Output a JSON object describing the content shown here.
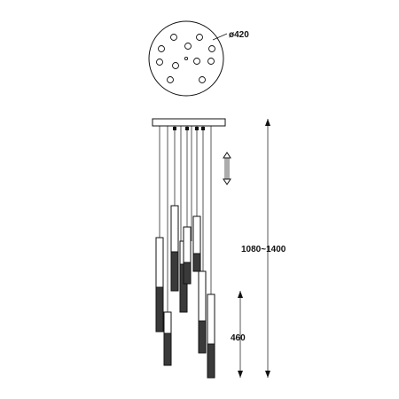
{
  "dimensions": {
    "canopy_diameter": "ø420",
    "total_height": "1080~1400",
    "min_drop": "460"
  },
  "colors": {
    "line": "#111111",
    "glass": "#3a3a3a",
    "background": "#ffffff"
  },
  "icons": {
    "adjust": "double-arrow-adjust-icon"
  }
}
